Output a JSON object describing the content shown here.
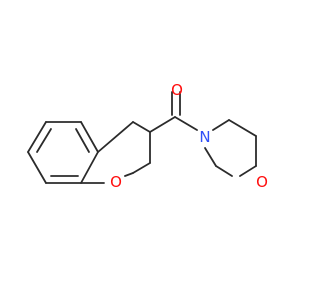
{
  "molecule": {
    "atoms": [
      {
        "id": "o_carbonyl",
        "label": "O",
        "color": "#ff0d0d"
      },
      {
        "id": "n_morpholine",
        "label": "N",
        "color": "#3050f8"
      },
      {
        "id": "o_morpholine",
        "label": "O",
        "color": "#ff0d0d"
      },
      {
        "id": "o_chroman",
        "label": "O",
        "color": "#ff0d0d"
      }
    ],
    "bond_color": "#2b2b2b"
  }
}
